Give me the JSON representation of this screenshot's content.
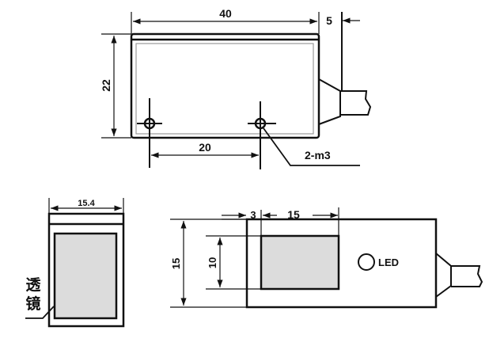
{
  "top_view": {
    "width_dim": "40",
    "height_dim": "22",
    "hole_spacing_dim": "20",
    "offset_dim": "5",
    "hole_label": "2-m3"
  },
  "front_view": {
    "width_dim": "15.4",
    "lens_label_1": "透",
    "lens_label_2": "镜"
  },
  "side_view": {
    "height_dim": "15",
    "window_height_dim": "10",
    "window_offset_dim": "3",
    "window_width_dim": "15",
    "led_label": "LED"
  },
  "colors": {
    "line": "#111111",
    "lens_fill": "#dcdcdc"
  }
}
